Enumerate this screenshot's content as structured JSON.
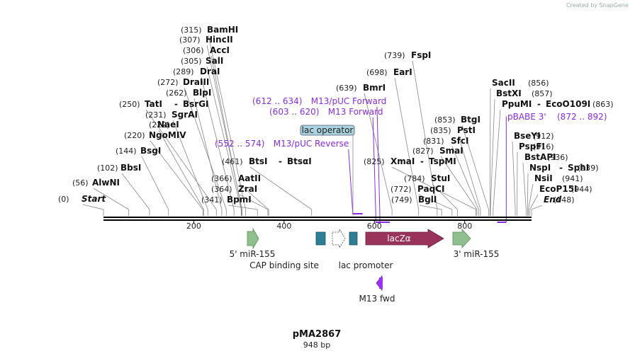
{
  "brand": "Created by SnapGene",
  "title": "pMA2867",
  "subtitle": "948 bp",
  "sequence_length": 948,
  "axis_ticks": [
    "200",
    "400",
    "600",
    "800"
  ],
  "enzymes": [
    {
      "pos": "(0)",
      "name": "Start",
      "bp": 0,
      "special": true
    },
    {
      "pos": "(56)",
      "name": "AlwNI",
      "bp": 56
    },
    {
      "pos": "(102)",
      "name": "BbsI",
      "bp": 102
    },
    {
      "pos": "(144)",
      "name": "BsgI",
      "bp": 144
    },
    {
      "pos": "(220)",
      "name": "NgoMIV",
      "bp": 220
    },
    {
      "pos": "(222)",
      "name": "NaeI",
      "bp": 222
    },
    {
      "pos": "(231)",
      "name": "SgrAI",
      "bp": 231
    },
    {
      "pos": "(250)",
      "name": "TatI",
      "name2": "BsrGI",
      "bp": 250
    },
    {
      "pos": "(262)",
      "name": "BlpI",
      "bp": 262
    },
    {
      "pos": "(272)",
      "name": "DraIII",
      "bp": 272
    },
    {
      "pos": "(289)",
      "name": "DraI",
      "bp": 289
    },
    {
      "pos": "(305)",
      "name": "SalI",
      "bp": 305
    },
    {
      "pos": "(306)",
      "name": "AccI",
      "bp": 306
    },
    {
      "pos": "(307)",
      "name": "HincII",
      "bp": 307
    },
    {
      "pos": "(315)",
      "name": "BamHI",
      "bp": 315
    },
    {
      "pos": "(341)",
      "name": "BpmI",
      "bp": 341
    },
    {
      "pos": "(364)",
      "name": "ZraI",
      "bp": 364
    },
    {
      "pos": "(366)",
      "name": "AatII",
      "bp": 366
    },
    {
      "pos": "(461)",
      "name": "BtsI",
      "name2": "BtsαI",
      "bp": 461
    },
    {
      "pos": "(639)",
      "name": "BmrI",
      "bp": 639
    },
    {
      "pos": "(698)",
      "name": "EarI",
      "bp": 698
    },
    {
      "pos": "(739)",
      "name": "FspI",
      "bp": 739
    },
    {
      "pos": "(749)",
      "name": "BglI",
      "bp": 749
    },
    {
      "pos": "(772)",
      "name": "PaqCI",
      "bp": 772
    },
    {
      "pos": "(784)",
      "name": "StuI",
      "bp": 784
    },
    {
      "pos": "(825)",
      "name": "XmaI",
      "name2": "TspMI",
      "bp": 825
    },
    {
      "pos": "(827)",
      "name": "SmaI",
      "bp": 827
    },
    {
      "pos": "(831)",
      "name": "SfcI",
      "bp": 831
    },
    {
      "pos": "(835)",
      "name": "PstI",
      "bp": 835
    },
    {
      "pos": "(853)",
      "name": "BtgI",
      "bp": 853
    },
    {
      "pos": "(856)",
      "name": "SacII",
      "bp": 856
    },
    {
      "pos": "(857)",
      "name": "BstXI",
      "bp": 857
    },
    {
      "pos": "(863)",
      "name": "PpuMI",
      "name2": "EcoO109I",
      "bp": 863
    },
    {
      "pos": "(912)",
      "name": "BseYI",
      "bp": 912
    },
    {
      "pos": "(916)",
      "name": "PspFI",
      "bp": 916
    },
    {
      "pos": "(936)",
      "name": "BstAPI",
      "bp": 936
    },
    {
      "pos": "(939)",
      "name": "NspI",
      "name2": "SphI",
      "bp": 939
    },
    {
      "pos": "(941)",
      "name": "NsiI",
      "bp": 941
    },
    {
      "pos": "(944)",
      "name": "EcoP15I",
      "bp": 944
    },
    {
      "pos": "(948)",
      "name": "End",
      "bp": 948,
      "special": true
    }
  ],
  "primers": [
    {
      "range": "(552 .. 574)",
      "name": "M13/pUC Reverse",
      "start": 552,
      "end": 574
    },
    {
      "range": "(603 .. 620)",
      "name": "M13 Forward",
      "start": 603,
      "end": 620
    },
    {
      "range": "(612 .. 634)",
      "name": "M13/pUC Forward",
      "start": 612,
      "end": 634
    },
    {
      "range": "(872 .. 892)",
      "name": "pBABE 3'",
      "start": 872,
      "end": 892
    }
  ],
  "features": [
    {
      "name": "5' miR-155",
      "type": "arrow",
      "color": "#8fbf8f"
    },
    {
      "name": "CAP binding site",
      "type": "box",
      "color": "#2e7d96"
    },
    {
      "name": "lac operator",
      "type": "callout",
      "color": "#a8d3df"
    },
    {
      "name": "lac promoter",
      "type": "arrow-outline",
      "color": "#ffffff"
    },
    {
      "name": "lacZα",
      "type": "arrow",
      "color": "#99335c"
    },
    {
      "name": "3' miR-155",
      "type": "arrow",
      "color": "#8fbf8f"
    },
    {
      "name": "M13 fwd",
      "type": "arrow-left",
      "color": "#9b30ff"
    }
  ],
  "colors": {
    "primer": "#8a2be2",
    "backbone": "#000000",
    "connector": "#888888"
  }
}
